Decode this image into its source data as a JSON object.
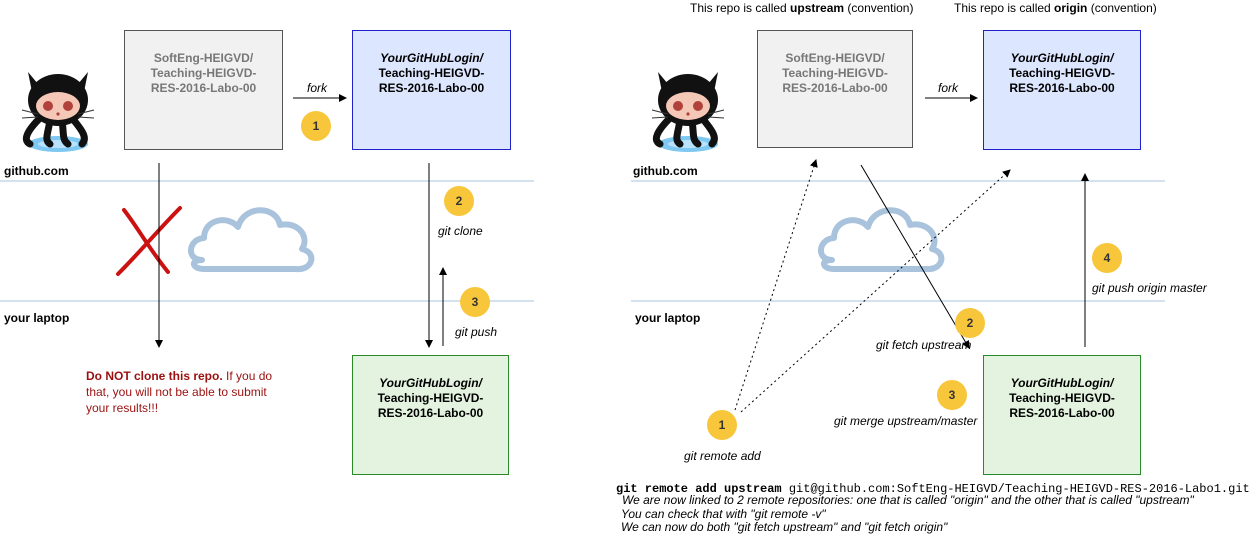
{
  "left": {
    "upstream_box": [
      "SoftEng-HEIGVD/",
      "Teaching-HEIGVD-",
      "RES-2016-Labo-00"
    ],
    "fork_box": [
      "YourGitHubLogin/",
      "Teaching-HEIGVD-",
      "RES-2016-Labo-00"
    ],
    "local_box": [
      "YourGitHubLogin/",
      "Teaching-HEIGVD-",
      "RES-2016-Labo-00"
    ],
    "fork_label": "fork",
    "clone_label": "git clone",
    "push_label": "git push",
    "github_label": "github.com",
    "laptop_label": "your laptop",
    "warning_bold": "Do NOT clone this repo.",
    "warning_rest": " If you do that, you will not be able to submit your results!!!",
    "badges": [
      "1",
      "2",
      "3"
    ]
  },
  "right": {
    "upstream_caption_pre": "This repo is called ",
    "upstream_caption_bold": "upstream",
    "upstream_caption_post": " (convention)",
    "origin_caption_pre": "This repo is called ",
    "origin_caption_bold": "origin",
    "origin_caption_post": " (convention)",
    "upstream_box": [
      "SoftEng-HEIGVD/",
      "Teaching-HEIGVD-",
      "RES-2016-Labo-00"
    ],
    "fork_box": [
      "YourGitHubLogin/",
      "Teaching-HEIGVD-",
      "RES-2016-Labo-00"
    ],
    "local_box": [
      "YourGitHubLogin/",
      "Teaching-HEIGVD-",
      "RES-2016-Labo-00"
    ],
    "fork_label": "fork",
    "github_label": "github.com",
    "laptop_label": "your laptop",
    "remote_add_label": "git remote add",
    "fetch_label": "git fetch upstream",
    "merge_label": "git merge upstream/master",
    "push_label": "git push origin master",
    "badges": [
      "1",
      "2",
      "3",
      "4"
    ]
  },
  "command": {
    "keyword": "git remote add upstream",
    "url": " git@github.com:SoftEng-HEIGVD/Teaching-HEIGVD-RES-2016-Labo1.git",
    "notes": [
      "We are now linked to 2 remote repositories: one that is called \"origin\" and the other that is called \"upstream\"",
      "You can check that with \"git remote -v\"",
      "We can now do both \"git fetch upstream\" and \"git fetch origin\""
    ]
  },
  "colors": {
    "badge": "#f8c63b",
    "upstream_box": "#f1f1f1",
    "origin_box": "#dde6ff",
    "local_box": "#e4f3df",
    "warning": "#9b1010",
    "x_mark": "#cc1111",
    "cloud": "#a9c3dd"
  },
  "icons": [
    "octocat-icon",
    "cloud-icon",
    "x-mark-icon"
  ]
}
